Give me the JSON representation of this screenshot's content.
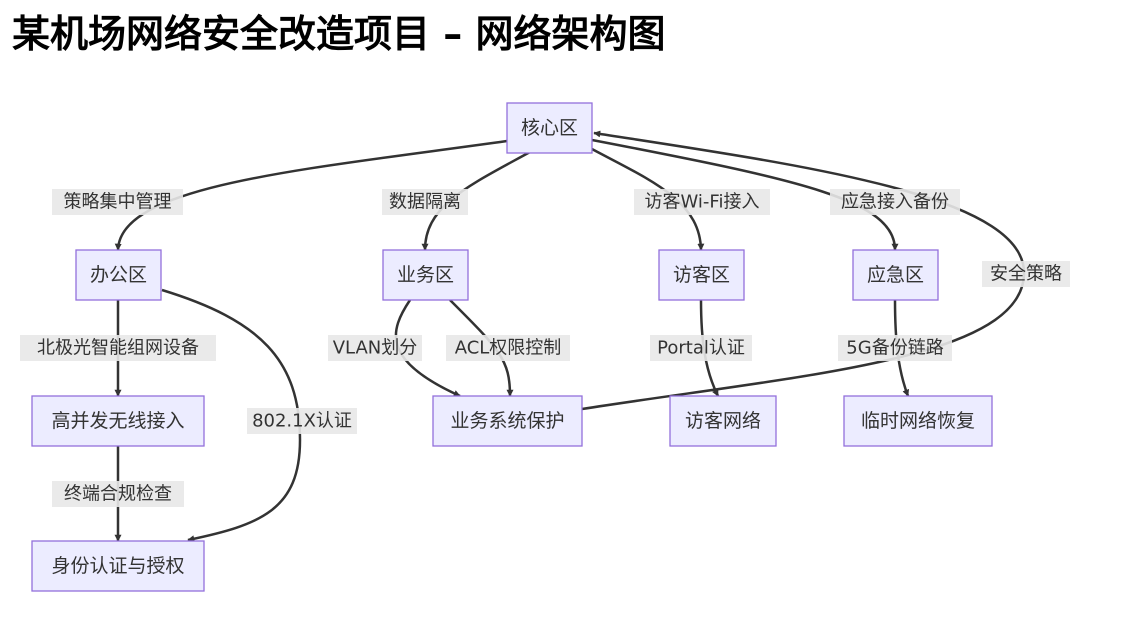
{
  "title": "某机场网络安全改造项目 – 网络架构图",
  "nodes": {
    "core": "核心区",
    "office": "办公区",
    "business": "业务区",
    "visitor": "访客区",
    "emergency": "应急区",
    "wireless": "高并发无线接入",
    "bizprotect": "业务系统保护",
    "visitornet": "访客网络",
    "recovery": "临时网络恢复",
    "auth": "身份认证与授权"
  },
  "edges": {
    "core_office": "策略集中管理",
    "core_business": "数据隔离",
    "core_visitor": "访客Wi-Fi接入",
    "core_emergency": "应急接入备份",
    "bizprotect_core": "安全策略",
    "office_wireless": "北极光智能组网设备",
    "office_auth": "802.1X认证",
    "business_vlan": "VLAN划分",
    "business_acl": "ACL权限控制",
    "visitor_portal": "Portal认证",
    "emergency_5g": "5G备份链路",
    "wireless_auth": "终端合规检查"
  }
}
